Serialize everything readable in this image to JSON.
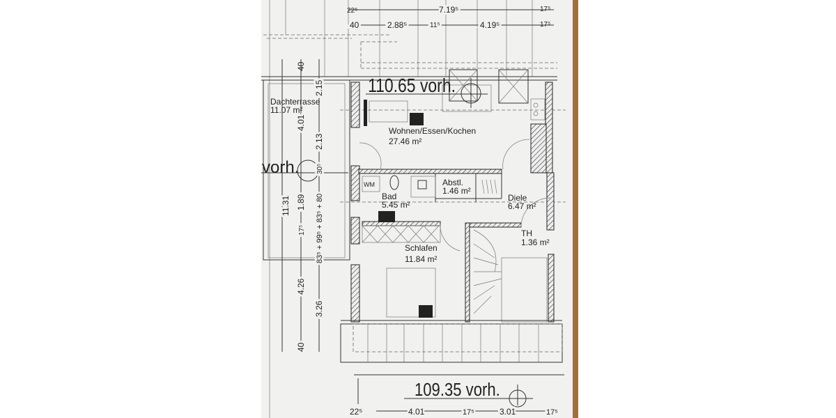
{
  "plan": {
    "levels": {
      "top": "110.65 vorh.",
      "bottom": "109.35 vorh.",
      "left": "vorh."
    },
    "rooms": [
      {
        "name": "Dachterrasse",
        "area": "11.07 m²"
      },
      {
        "name": "Wohnen/Essen/Kochen",
        "area": "27.46 m²"
      },
      {
        "name": "Bad",
        "area": "5.45 m²"
      },
      {
        "name": "Abstl.",
        "area": "1.46 m²"
      },
      {
        "name": "Diele",
        "area": "6.47 m²"
      },
      {
        "name": "TH",
        "area": "1.36 m²"
      },
      {
        "name": "Schlafen",
        "area": "11.84 m²"
      }
    ],
    "fixture_label": "WM",
    "dims_top": [
      "22⁵",
      "7.19⁵",
      "17⁵",
      "40",
      "2.88⁵",
      "11⁵",
      "4.19⁵",
      "17⁵"
    ],
    "dims_left": [
      "11.31",
      "40",
      "2.15",
      "4.01",
      "2.13",
      "1.89",
      "17⁵",
      "83⁵ + 99⁵ + 83⁵ + 80",
      "30⁵",
      "4.26",
      "3.26",
      "40"
    ],
    "dims_bottom": [
      "22⁵",
      "4.01",
      "17⁵",
      "3.01",
      "17⁵"
    ]
  },
  "colors": {
    "paper": "#f2f2f0",
    "wood": "#a0713f",
    "line": "#333333"
  }
}
